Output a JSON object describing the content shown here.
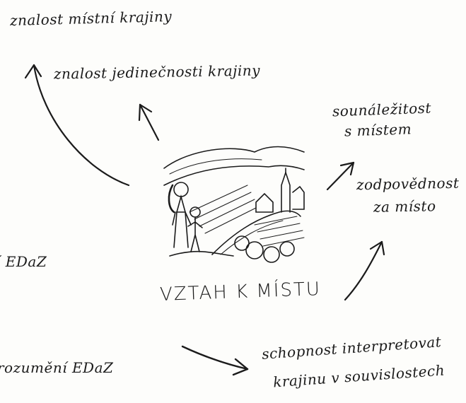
{
  "diagram": {
    "center_label": "VZTAH K MÍSTU",
    "labels": {
      "local_knowledge": "znalost místní krajiny",
      "uniqueness_knowledge": "znalost jedinečnosti krajiny",
      "belonging": [
        "sounáležitost",
        "s místem"
      ],
      "responsibility": [
        "zodpovědnost",
        "za místo"
      ],
      "interpret": [
        "schopnost interpretovat",
        "krajinu v souvislostech"
      ],
      "left_edge_1": "í EDaZ",
      "left_edge_2": "rozumění EDaZ"
    },
    "colors": {
      "ink": "#1b1b1b",
      "paper": "#fdfdfb"
    }
  }
}
